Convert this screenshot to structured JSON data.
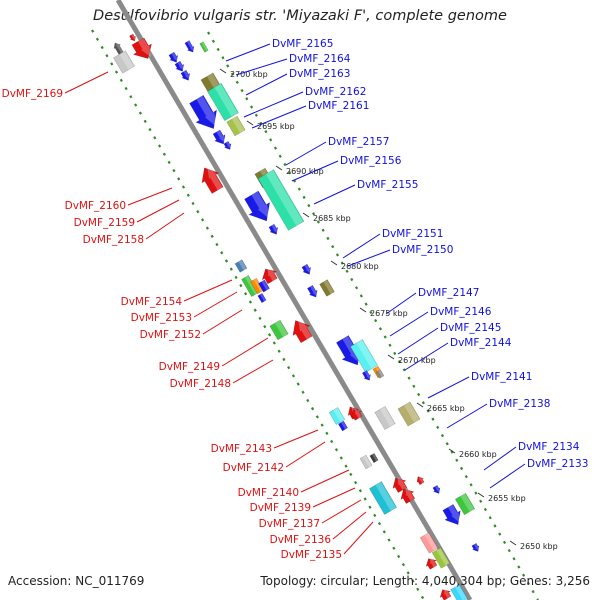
{
  "title": "Desulfovibrio vulgaris str. 'Miyazaki F', complete genome",
  "footer": {
    "accession": "Accession: NC_011769",
    "summary": "Topology: circular; Length: 4,040,304 bp; Genes: 3,256"
  },
  "colors": {
    "axis": "#8a8a8a",
    "track_dots": "#2e8b22",
    "forward_label": "#1010dd",
    "reverse_label": "#dd1111"
  },
  "scale_labels": [
    "2700 kbp",
    "2695 kbp",
    "2690 kbp",
    "2685 kbp",
    "2680 kbp",
    "2675 kbp",
    "2670 kbp",
    "2665 kbp",
    "2660 kbp",
    "2655 kbp",
    "2650 kbp"
  ],
  "forward_genes": [
    "DvMF_2165",
    "DvMF_2164",
    "DvMF_2163",
    "DvMF_2162",
    "DvMF_2161",
    "DvMF_2157",
    "DvMF_2156",
    "DvMF_2155",
    "DvMF_2151",
    "DvMF_2150",
    "DvMF_2147",
    "DvMF_2146",
    "DvMF_2145",
    "DvMF_2144",
    "DvMF_2141",
    "DvMF_2138",
    "DvMF_2134",
    "DvMF_2133"
  ],
  "reverse_genes": [
    "DvMF_2169",
    "DvMF_2160",
    "DvMF_2159",
    "DvMF_2158",
    "DvMF_2154",
    "DvMF_2153",
    "DvMF_2152",
    "DvMF_2149",
    "DvMF_2148",
    "DvMF_2143",
    "DvMF_2142",
    "DvMF_2140",
    "DvMF_2139",
    "DvMF_2137",
    "DvMF_2136",
    "DvMF_2135"
  ]
}
